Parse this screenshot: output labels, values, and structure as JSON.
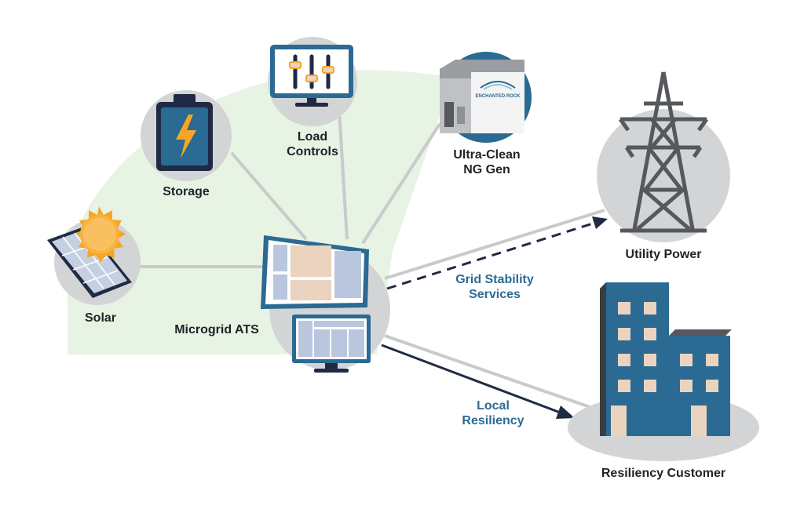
{
  "labels": {
    "load_controls": [
      "Load",
      "Controls"
    ],
    "storage": "Storage",
    "ultra_clean": [
      "Ultra-Clean",
      "NG Gen"
    ],
    "utility_power": "Utility Power",
    "solar": "Solar",
    "microgrid_ats": "Microgrid ATS",
    "grid_stability": [
      "Grid Stability",
      "Services"
    ],
    "local_resiliency": [
      "Local",
      "Resiliency"
    ],
    "resiliency_customer": "Resiliency Customer",
    "generator_brand": "ENCHANTED ROCK"
  },
  "colors": {
    "accent_blue": "#2b6a92",
    "navy": "#1f2a44",
    "circle_gray": "#d3d4d6",
    "line_gray": "#c9cacc",
    "pale_green": "#e7f3e3",
    "tower_gray": "#55585c",
    "window_tan": "#ead3bf",
    "panel_blue": "#b9c6dd",
    "sun_orange": "#f6a623"
  }
}
